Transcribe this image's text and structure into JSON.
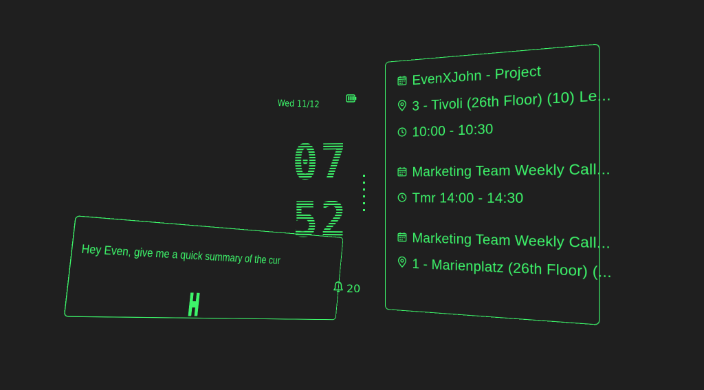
{
  "date": "Wed 11/12",
  "clock": {
    "hour": "07",
    "minute": "52"
  },
  "battery_icon": "battery-icon",
  "alarm": {
    "count": "20",
    "icon": "bell-icon"
  },
  "events": [
    {
      "rows": [
        {
          "icon": "calendar-icon",
          "text": "EvenXJohn - Project"
        },
        {
          "icon": "location-pin-icon",
          "text": "3 - Tivoli (26th Floor) (10) Le..."
        },
        {
          "icon": "clock-icon",
          "text": "10:00 - 10:30"
        }
      ]
    },
    {
      "rows": [
        {
          "icon": "calendar-icon",
          "text": "Marketing Team Weekly Call..."
        },
        {
          "icon": "clock-icon",
          "text": "Tmr 14:00 - 14:30"
        }
      ]
    },
    {
      "rows": [
        {
          "icon": "calendar-icon",
          "text": "Marketing Team Weekly Call..."
        },
        {
          "icon": "location-pin-icon",
          "text": "1 - Marienplatz (26th Floor) (..."
        }
      ]
    }
  ],
  "assistant": {
    "query": "Hey Even, give me a quick summary of the cur",
    "icon": "listening-indicator-icon"
  },
  "colors": {
    "accent": "#3df56a",
    "background": "#1f1f1f"
  }
}
